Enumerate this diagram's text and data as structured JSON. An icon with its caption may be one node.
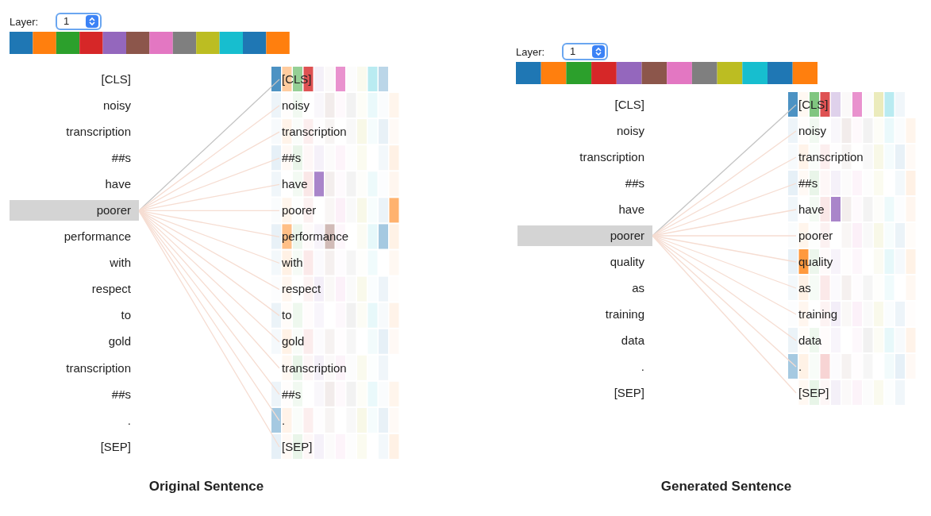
{
  "diagram": {
    "nodes": [
      {
        "text": [
          "[CLS]"
        ]
      },
      {
        "text": [
          "noisy"
        ]
      },
      {
        "text": [
          "transcription"
        ]
      },
      {
        "text": [
          "##s"
        ]
      },
      {
        "text": [
          "have"
        ]
      },
      {
        "text": [
          "poorer"
        ]
      },
      {
        "text": [
          "performance"
        ]
      },
      {
        "text": [
          "with"
        ]
      },
      {
        "text": [
          "respect"
        ]
      },
      {
        "text": [
          "to"
        ]
      },
      {
        "text": [
          "gold"
        ]
      },
      {
        "text": [
          "transcription"
        ]
      },
      {
        "text": [
          "##s"
        ]
      },
      {
        "text": [
          "."
        ]
      },
      {
        "text": [
          "[SEP]"
        ]
      },
      {
        "text": [
          "[CLS]"
        ]
      },
      {
        "text": [
          "noisy"
        ]
      },
      {
        "text": [
          "transcription"
        ]
      },
      {
        "text": [
          "##s"
        ]
      },
      {
        "text": [
          "have"
        ]
      },
      {
        "text": [
          "poorer"
        ]
      },
      {
        "text": [
          "performance"
        ]
      },
      {
        "text": [
          "with"
        ]
      },
      {
        "text": [
          "respect"
        ]
      },
      {
        "text": [
          "to"
        ]
      },
      {
        "text": [
          "gold"
        ]
      },
      {
        "text": [
          "transcription"
        ]
      },
      {
        "text": [
          "##s"
        ]
      },
      {
        "text": [
          "."
        ]
      },
      {
        "text": [
          "[SEP]"
        ]
      },
      {
        "text": [
          "[CLS]"
        ]
      },
      {
        "text": [
          "noisy"
        ]
      },
      {
        "text": [
          "transcription"
        ]
      },
      {
        "text": [
          "##s"
        ]
      },
      {
        "text": [
          "have"
        ]
      },
      {
        "text": [
          "poorer"
        ]
      },
      {
        "text": [
          "quality"
        ]
      },
      {
        "text": [
          "as"
        ]
      },
      {
        "text": [
          "training"
        ]
      },
      {
        "text": [
          "data"
        ]
      },
      {
        "text": [
          "."
        ]
      },
      {
        "text": [
          "[SEP]"
        ]
      },
      {
        "text": [
          "[CLS]"
        ]
      },
      {
        "text": [
          "noisy"
        ]
      },
      {
        "text": [
          "transcription"
        ]
      },
      {
        "text": [
          "##s"
        ]
      },
      {
        "text": [
          "have"
        ]
      },
      {
        "text": [
          "poorer"
        ]
      },
      {
        "text": [
          "quality"
        ]
      },
      {
        "text": [
          "as"
        ]
      },
      {
        "text": [
          "training"
        ]
      },
      {
        "text": [
          "data"
        ]
      },
      {
        "text": [
          "."
        ]
      },
      {
        "text": [
          "[SEP]"
        ]
      }
    ],
    "edges": [
      {
        "from": 5,
        "to": 15,
        "arrow": "none",
        "color": "#c4c4c4"
      },
      {
        "from": 5,
        "to": 16,
        "arrow": "none"
      },
      {
        "from": 5,
        "to": 17,
        "arrow": "none"
      },
      {
        "from": 5,
        "to": 18,
        "arrow": "none"
      },
      {
        "from": 5,
        "to": 19,
        "arrow": "none"
      },
      {
        "from": 5,
        "to": 20,
        "arrow": "none"
      },
      {
        "from": 5,
        "to": 21,
        "arrow": "none"
      },
      {
        "from": 5,
        "to": 22,
        "arrow": "none"
      },
      {
        "from": 5,
        "to": 23,
        "arrow": "none"
      },
      {
        "from": 5,
        "to": 24,
        "arrow": "none"
      },
      {
        "from": 5,
        "to": 25,
        "arrow": "none"
      },
      {
        "from": 5,
        "to": 26,
        "arrow": "none"
      },
      {
        "from": 5,
        "to": 27,
        "arrow": "none"
      },
      {
        "from": 5,
        "to": 28,
        "arrow": "none"
      },
      {
        "from": 5,
        "to": 29,
        "arrow": "none"
      },
      {
        "from": 35,
        "to": 42,
        "arrow": "none",
        "color": "#c4c4c4"
      },
      {
        "from": 35,
        "to": 43,
        "arrow": "none"
      },
      {
        "from": 35,
        "to": 44,
        "arrow": "none"
      },
      {
        "from": 35,
        "to": 45,
        "arrow": "none"
      },
      {
        "from": 35,
        "to": 46,
        "arrow": "none"
      },
      {
        "from": 35,
        "to": 47,
        "arrow": "none"
      },
      {
        "from": 35,
        "to": 48,
        "arrow": "none"
      },
      {
        "from": 35,
        "to": 49,
        "arrow": "none"
      },
      {
        "from": 35,
        "to": 50,
        "arrow": "none"
      },
      {
        "from": 35,
        "to": 51,
        "arrow": "none"
      },
      {
        "from": 35,
        "to": 52,
        "arrow": "none"
      },
      {
        "from": 35,
        "to": 53,
        "arrow": "none"
      }
    ],
    "labels": [
      "Layer:",
      "1",
      "Layer:",
      "1",
      "Original Sentence",
      "Generated Sentence"
    ]
  }
}
